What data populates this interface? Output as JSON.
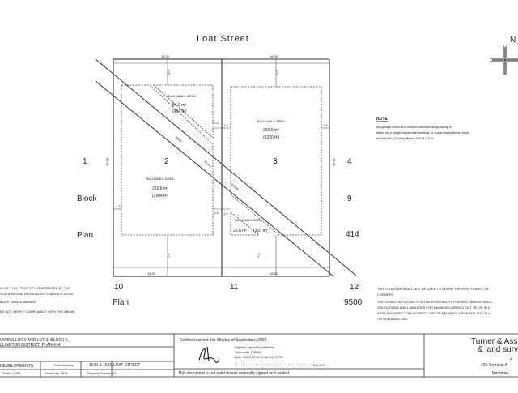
{
  "street_name": "Loat Street",
  "north_arrow": {
    "icon": "north-arrow-icon",
    "letter": "N"
  },
  "lots": {
    "lot1": "1",
    "lot2": "2",
    "lot3": "3",
    "lot4": "4",
    "lot9": "9",
    "lot10": "10",
    "lot11": "11",
    "lot12": "12"
  },
  "block_label": "Block",
  "plan_label": "Plan",
  "plan_number_right": "414",
  "plan_number_bottom": "9500",
  "dimensions": {
    "frontage_lot2": "18.30",
    "frontage_lot3": "18.30",
    "rear_lot2": "18.30",
    "rear_lot3": "18.30",
    "depth_lot2": "36.58",
    "depth_lot3": "36.61",
    "front_setback_lot2": "4.5",
    "front_setback_lot3": "4.5",
    "rear_setback_lot2": "7.5",
    "rear_setback_lot3": "7.5",
    "side_setback": "1.5"
  },
  "buildable_areas": {
    "lot2_top": {
      "title": "BUILDABLE AREA:",
      "metric": "84.0 m²",
      "imperial": "(904 ft²)"
    },
    "lot2_main": {
      "title": "BUILDABLE AREA:",
      "metric": "232.6 m²",
      "imperial": "(2504 ft²)"
    },
    "lot3_main": {
      "title": "BUILDABLE AREA:",
      "metric": "302.0 m²",
      "imperial": "(3250 ft²)"
    },
    "lot3_small": {
      "title": "BUILDABLE AREA:",
      "metric": "28.8 m²",
      "imperial": "(310 ft²)"
    }
  },
  "srw": {
    "label1": "SRW",
    "label2": "PLAN",
    "label3": "10206"
  },
  "note": {
    "title": "NOTE:",
    "line1": "All garage doors and carport entrance ways facing a",
    "line2": "street on a single residential dwelling or duplex must be set back",
    "line3": "at least 6m. (Zoning Bylaw 500, 5.7.5.3)"
  },
  "left_notes": {
    "line1": "LE OF THIS PROPERTY IS AFFECTED BY THE",
    "line2": "STATIONS AND REGISTERED CHARGES, LIENS",
    "line3": "84320, 348345, 5804026",
    "line4": "ES NOT VERIFY COMPLIANCE WITH THE ABOVE"
  },
  "right_notes": {
    "line1": "THIS SITE PLAN SHALL NOT BE USED TO DEFINE PROPERTY LINES OR",
    "line2": "CORNERS.",
    "line3": "THE SIGNATORY ACCEPTS NO RESPONSIBILITY FOR AND HEREBY DISCL",
    "line4": "OBLIGATIONS AND LIABILITIES FOR DAMAGES ARISING OUT OF OR IN C",
    "line5": "WITH ANY DIRECT OR INDIRECT USE OR RELIANCE UPON THE SITE PLA",
    "line6": "ITS INTENDED USE."
  },
  "title_block": {
    "desc1": "OWING LOT 2 AND LOT 3, BLOCK 9,",
    "desc2": "LLINGTON DISTRICT, PLAN 414",
    "developments": "DEVELOPMENTS",
    "scale": "Scale: 1:250",
    "drawn_by": "Drawn by: NDS",
    "civic_label": "Civic Address:",
    "civic_value": "1630 & 1620 LOAT STREET",
    "zoning": "Property Zoning: R1",
    "certified": "Certified correct this 9th day of September, 2022.",
    "digital1": "Digitally signed by Matthew",
    "digital2": "Schroeder FMB8A",
    "digital3": "Date: 2022.09.09 11:36:54 -07'00'",
    "bcls": "B.C.L.S.",
    "invalid": "This document is not valid unless originally signed and sealed.",
    "company1": "Turner & Ass",
    "company2": "& land surv",
    "address1": "2",
    "address2": "435 Terminal A",
    "address3": "Nanaimo,"
  },
  "colors": {
    "line": "#333333",
    "text": "#222222",
    "background": "#ffffff"
  }
}
